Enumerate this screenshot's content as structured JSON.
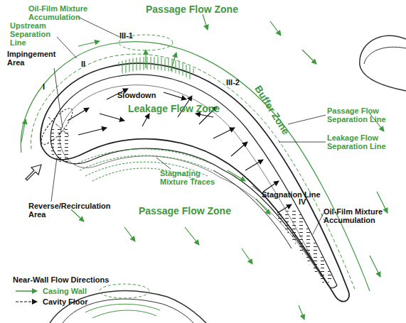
{
  "diagram": {
    "labels": [
      "Oil-Film Mixture Accumulation",
      "Passage Flow Zone",
      "Upstream Separation Line",
      "III-1",
      "Impingement Area",
      "II",
      "Slowdown",
      "I",
      "III-2",
      "Buffer Zone",
      "Leakage Flow Zone",
      "Passage Flow Separation Line",
      "Leakage Flow Separation Line",
      "Stagnating Mixture Traces",
      "Stagnation Line",
      "Oil-Film Mixture Accumulation",
      "IV",
      "Reverse/Recirculation Area",
      "Passage Flow Zone",
      "Near-Wall Flow Directions"
    ],
    "legend": [
      {
        "text": "Casing Wall"
      },
      {
        "text": "Cavity Floor"
      }
    ]
  }
}
